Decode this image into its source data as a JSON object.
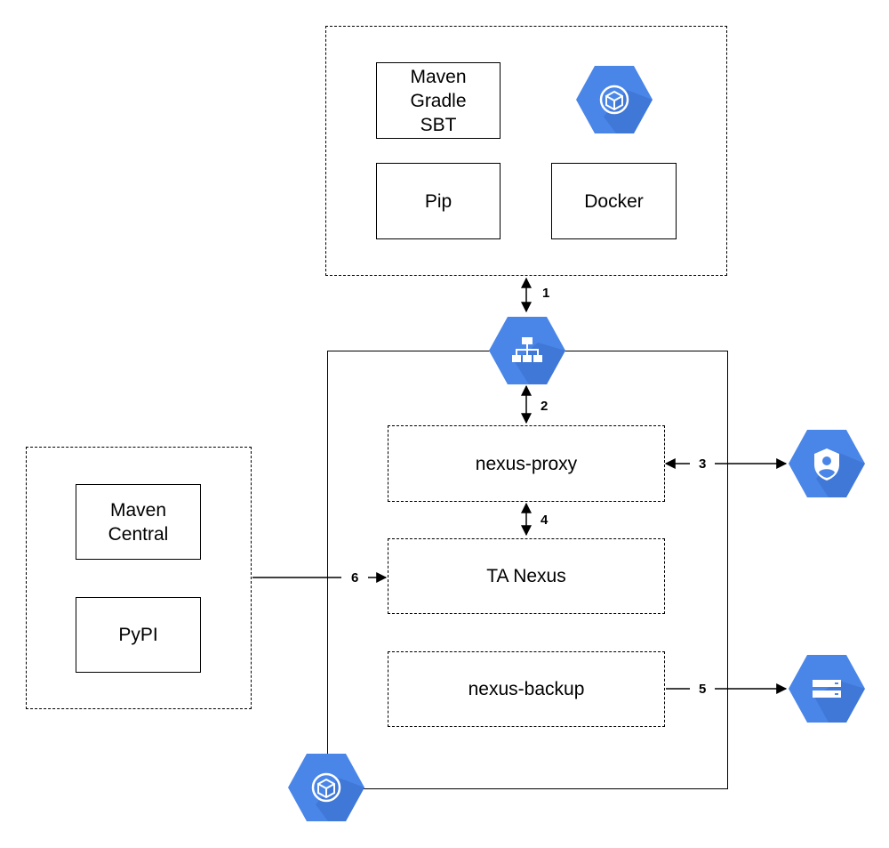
{
  "clients": {
    "build_tools": "Maven\nGradle\nSBT",
    "pip": "Pip",
    "docker": "Docker",
    "icon": "compute-engine-icon"
  },
  "external_repos": {
    "maven_central": "Maven\nCentral",
    "pypi": "PyPI"
  },
  "project": {
    "nexus_proxy": "nexus-proxy",
    "ta_nexus": "TA Nexus",
    "nexus_backup": "nexus-backup",
    "load_balancer_icon": "load-balancer-icon",
    "gke_icon": "container-engine-icon"
  },
  "services": {
    "iam_icon": "identity-aware-proxy-icon",
    "storage_icon": "cloud-storage-icon"
  },
  "steps": [
    "1",
    "2",
    "3",
    "4",
    "5",
    "6"
  ],
  "colors": {
    "gcp_blue": "#4A86E8",
    "gcp_blue_shadow": "#3A6FCC",
    "line": "#000000"
  }
}
